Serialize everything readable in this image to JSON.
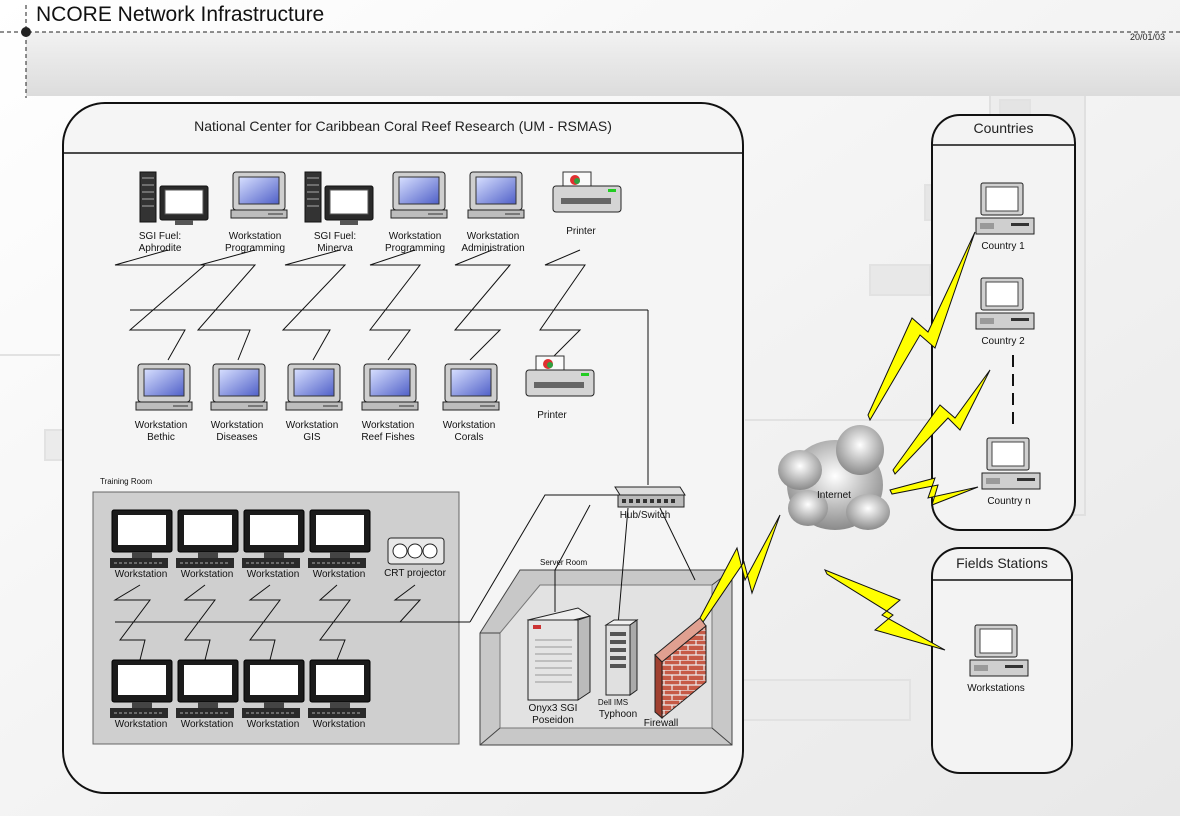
{
  "page": {
    "title": "NCORE Network Infrastructure",
    "date": "20/01/03"
  },
  "groups": {
    "main_center": "National Center for Caribbean Coral Reef Research (UM - RSMAS)",
    "countries": "Countries",
    "field_stations": "Fields Stations",
    "training_room": "Training Room",
    "server_room": "Server Room"
  },
  "nodes": {
    "row1": [
      {
        "id": "aphrodite",
        "type": "server-workstation",
        "line1": "SGI Fuel:",
        "line2": "Aphrodite"
      },
      {
        "id": "ws-prog-1",
        "type": "workstation",
        "line1": "Workstation",
        "line2": "Programming"
      },
      {
        "id": "minerva",
        "type": "server-workstation",
        "line1": "SGI Fuel:",
        "line2": "Minerva"
      },
      {
        "id": "ws-prog-2",
        "type": "workstation",
        "line1": "Workstation",
        "line2": "Programming"
      },
      {
        "id": "ws-admin",
        "type": "workstation",
        "line1": "Workstation",
        "line2": "Administration"
      },
      {
        "id": "printer-1",
        "type": "printer",
        "line1": "Printer",
        "line2": ""
      }
    ],
    "row2": [
      {
        "id": "ws-bethic",
        "type": "workstation",
        "line1": "Workstation",
        "line2": "Bethic"
      },
      {
        "id": "ws-diseases",
        "type": "workstation",
        "line1": "Workstation",
        "line2": "Diseases"
      },
      {
        "id": "ws-gis",
        "type": "workstation",
        "line1": "Workstation",
        "line2": "GIS"
      },
      {
        "id": "ws-reef",
        "type": "workstation",
        "line1": "Workstation",
        "line2": "Reef Fishes"
      },
      {
        "id": "ws-corals",
        "type": "workstation",
        "line1": "Workstation",
        "line2": "Corals"
      },
      {
        "id": "printer-2",
        "type": "printer",
        "line1": "Printer",
        "line2": ""
      }
    ],
    "training_row1": [
      "Workstation",
      "Workstation",
      "Workstation",
      "Workstation"
    ],
    "training_row2": [
      "Workstation",
      "Workstation",
      "Workstation",
      "Workstation"
    ],
    "crt_projector": "CRT projector",
    "hub": "Hub/Switch",
    "onyx": {
      "line1": "Onyx3 SGI",
      "line2": "Poseidon"
    },
    "dell": {
      "line1": "Dell IMS",
      "line2": "Typhoon"
    },
    "firewall": "Firewall",
    "internet": "Internet",
    "countries": [
      "Country 1",
      "Country 2",
      "Country n"
    ],
    "field_ws": "Workstations"
  },
  "colors": {
    "screen": "#6f7fd8",
    "monitor": "#c8c8c8",
    "lightning": "#ffff00",
    "brick": "#c85a4a",
    "group_fill": "#f4f4f4",
    "training_fill": "#cfcfcf"
  }
}
